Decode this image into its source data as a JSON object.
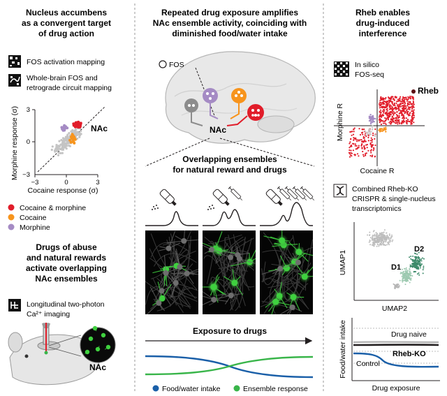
{
  "left": {
    "title_l1": "Nucleus accumbens",
    "title_l2": "as a convergent target",
    "title_l3": "of drug action",
    "legend1": "FOS activation mapping",
    "legend2_l1": "Whole-brain FOS and",
    "legend2_l2": "retrograde circuit mapping",
    "scatter": {
      "ylabel": "Morphine response (σ)",
      "xlabel": "Cocaine response (σ)",
      "tick_3": "3",
      "tick_0": "0",
      "tick_m3": "−3",
      "label": "NAc"
    },
    "cat1": "Cocaine & morphine",
    "cat2": "Cocaine",
    "cat3": "Morphine",
    "sub_l1": "Drugs of abuse",
    "sub_l2": "and natural rewards",
    "sub_l3": "activate overlapping",
    "sub_l4": "NAc ensembles",
    "imaging_l1": "Longitudinal two-photon",
    "imaging_l2": "Ca²⁺ imaging",
    "mouse_label": "NAc"
  },
  "middle": {
    "title_l1": "Repeated drug exposure amplifies",
    "title_l2": "NAc ensemble activity, coinciding with",
    "title_l3": "diminished food/water intake",
    "fos_label": "FOS",
    "nac_label": "NAc",
    "ens_l1": "Overlapping ensembles",
    "ens_l2": "for natural reward and drugs",
    "exposure_label": "Exposure to drugs",
    "legend_food": "Food/water intake",
    "legend_ensemble": "Ensemble response"
  },
  "right": {
    "title_l1": "Rheb enables",
    "title_l2": "drug-induced",
    "title_l3": "interference",
    "silico_l1": "In silico",
    "silico_l2": "FOS-seq",
    "rheb_label": "Rheb",
    "morphine_r": "Morphine R",
    "cocaine_r": "Cocaine R",
    "crispr_l1": "Combined Rheb-KO",
    "crispr_l2": "CRISPR & single-nucleus",
    "crispr_l3": "transcriptomics",
    "umap1": "UMAP1",
    "umap2": "UMAP2",
    "d1": "D1",
    "d2": "D2",
    "food_ylabel": "Food/water intake",
    "drug_naive": "Drug naive",
    "rheb_ko": "Rheb-KO",
    "control": "Control",
    "drug_exposure": "Drug exposure"
  },
  "colors": {
    "both": "#e11d2a",
    "cocaine": "#f7941d",
    "morphine": "#a58bc4",
    "gray": "#c4c4c4",
    "food": "#1a5fa8",
    "ensemble": "#39b54a",
    "neuron_green": "#3fd13f"
  }
}
